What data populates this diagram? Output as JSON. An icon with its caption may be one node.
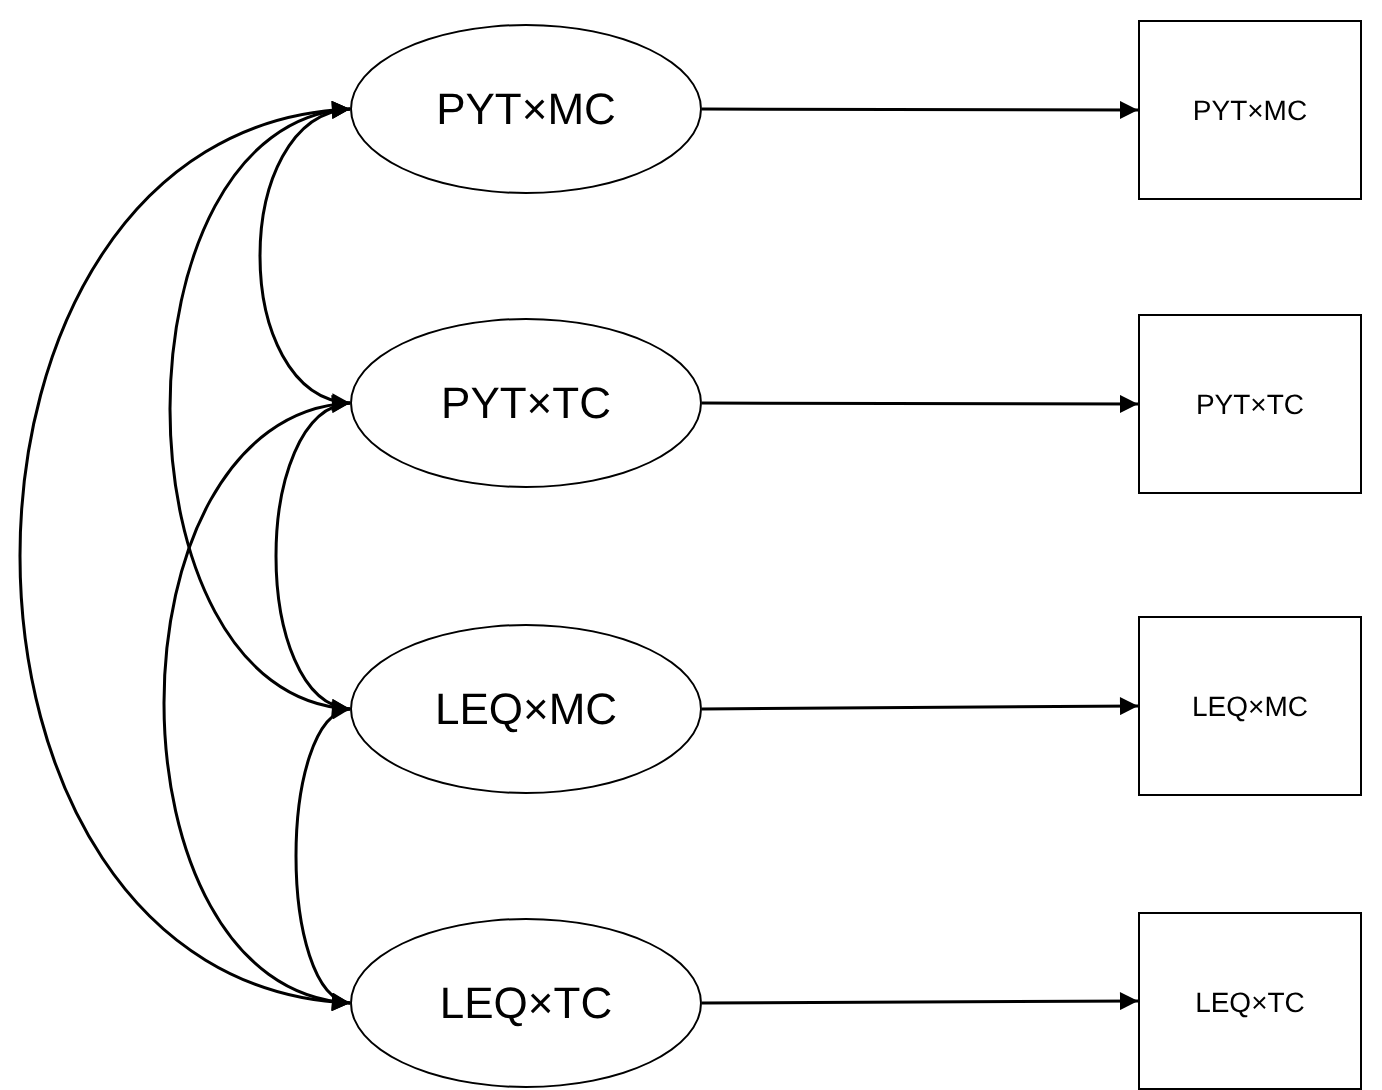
{
  "diagram": {
    "nodes": [
      {
        "text": [
          "PYT×MC"
        ]
      },
      {
        "text": [
          "PYT×TC"
        ]
      },
      {
        "text": [
          "LEQ×MC"
        ]
      },
      {
        "text": [
          "LEQ×TC"
        ]
      },
      {
        "text": [
          "PYT×MC"
        ]
      },
      {
        "text": [
          "PYT×TC"
        ]
      },
      {
        "text": [
          "LEQ×MC"
        ]
      },
      {
        "text": [
          "LEQ×TC"
        ]
      }
    ],
    "edges": [
      {
        "from": 0,
        "to": 4,
        "arrow": "to"
      },
      {
        "from": 1,
        "to": 5,
        "arrow": "to"
      },
      {
        "from": 2,
        "to": 6,
        "arrow": "to"
      },
      {
        "from": 3,
        "to": 7,
        "arrow": "to"
      },
      {
        "from": 0,
        "to": 1,
        "arrow": "both"
      },
      {
        "from": 0,
        "to": 2,
        "arrow": "both"
      },
      {
        "from": 0,
        "to": 3,
        "arrow": "both"
      },
      {
        "from": 1,
        "to": 2,
        "arrow": "both"
      },
      {
        "from": 1,
        "to": 3,
        "arrow": "both"
      },
      {
        "from": 2,
        "to": 3,
        "arrow": "both"
      }
    ]
  }
}
